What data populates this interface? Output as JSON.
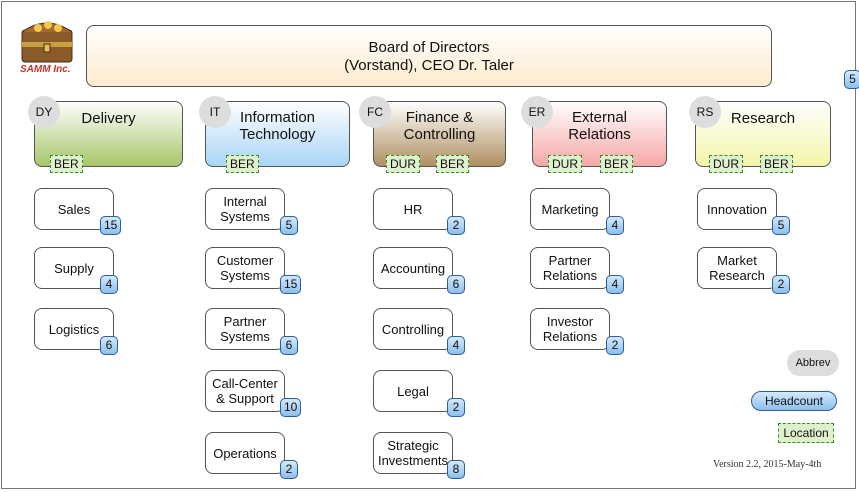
{
  "logo": {
    "text": "SAMM Inc."
  },
  "board": {
    "line1": "Board of Directors",
    "line2": "(Vorstand), CEO Dr. Taler",
    "headcount": "5"
  },
  "departments": [
    {
      "abbrev": "DY",
      "title1": "Delivery",
      "title2": "",
      "locations": [
        "BER"
      ],
      "color": "#a7c668",
      "units": [
        {
          "l1": "Sales",
          "l2": "",
          "hc": "15"
        },
        {
          "l1": "Supply",
          "l2": "",
          "hc": "4"
        },
        {
          "l1": "Logistics",
          "l2": "",
          "hc": "6"
        }
      ]
    },
    {
      "abbrev": "IT",
      "title1": "Information",
      "title2": "Technology",
      "locations": [
        "BER"
      ],
      "color": "#a9d6f7",
      "units": [
        {
          "l1": "Internal",
          "l2": "Systems",
          "hc": "5"
        },
        {
          "l1": "Customer",
          "l2": "Systems",
          "hc": "15"
        },
        {
          "l1": "Partner",
          "l2": "Systems",
          "hc": "6"
        },
        {
          "l1": "Call-Center",
          "l2": "& Support",
          "hc": "10"
        },
        {
          "l1": "Operations",
          "l2": "",
          "hc": "2"
        }
      ]
    },
    {
      "abbrev": "FC",
      "title1": "Finance &",
      "title2": "Controlling",
      "locations": [
        "DUR",
        "BER"
      ],
      "color": "#b08f60",
      "units": [
        {
          "l1": "HR",
          "l2": "",
          "hc": "2"
        },
        {
          "l1": "Accounting",
          "l2": "",
          "hc": "6"
        },
        {
          "l1": "Controlling",
          "l2": "",
          "hc": "4"
        },
        {
          "l1": "Legal",
          "l2": "",
          "hc": "2"
        },
        {
          "l1": "Strategic",
          "l2": "Investments",
          "hc": "8"
        }
      ]
    },
    {
      "abbrev": "ER",
      "title1": "External",
      "title2": "Relations",
      "locations": [
        "DUR",
        "BER"
      ],
      "color": "#f6a7a7",
      "units": [
        {
          "l1": "Marketing",
          "l2": "",
          "hc": "4"
        },
        {
          "l1": "Partner",
          "l2": "Relations",
          "hc": "4"
        },
        {
          "l1": "Investor",
          "l2": "Relations",
          "hc": "2"
        }
      ]
    },
    {
      "abbrev": "RS",
      "title1": "Research",
      "title2": "",
      "locations": [
        "DUR",
        "BER"
      ],
      "color": "#f3f6a8",
      "units": [
        {
          "l1": "Innovation",
          "l2": "",
          "hc": "5"
        },
        {
          "l1": "Market",
          "l2": "Research",
          "hc": "2"
        }
      ]
    }
  ],
  "legend": {
    "abbrev": "Abbrev",
    "headcount": "Headcount",
    "location": "Location"
  },
  "version": "Version 2.2, 2015-May-4th"
}
